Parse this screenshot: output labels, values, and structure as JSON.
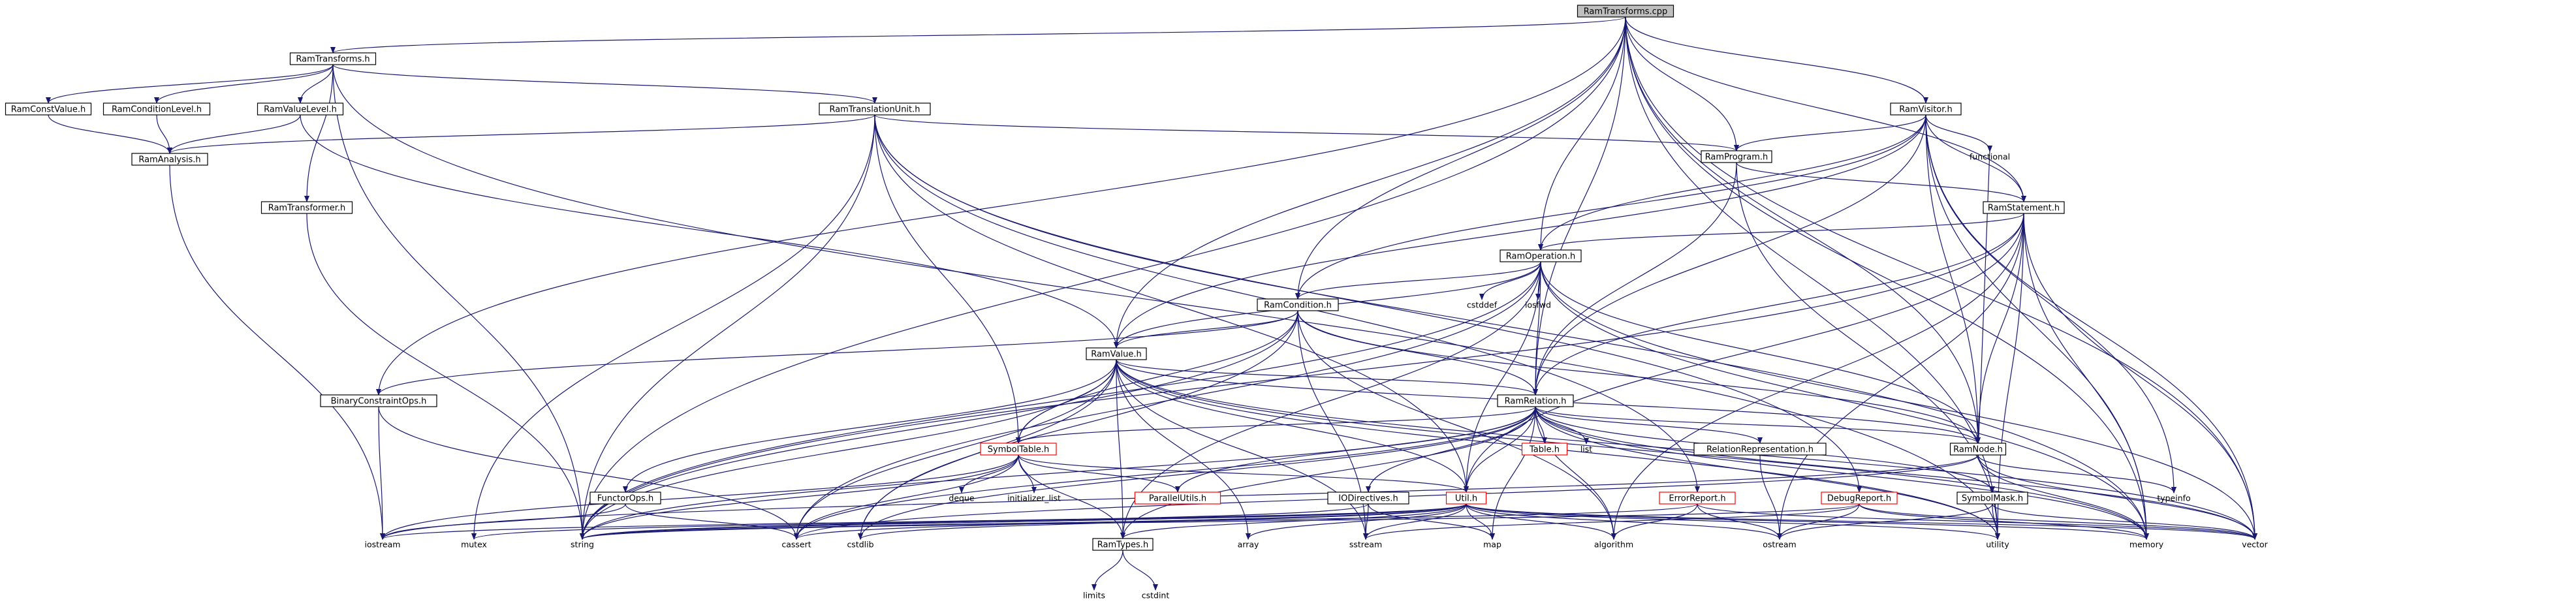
{
  "title": "RamTransforms.cpp",
  "colors": {
    "edge": "#191970",
    "root_fill": "#bfbfbf",
    "red_border": "#ff0000"
  },
  "nodes": [
    {
      "id": "RamTransforms.cpp",
      "label": "RamTransforms.cpp",
      "kind": "root"
    },
    {
      "id": "RamTransforms.h",
      "label": "RamTransforms.h",
      "kind": "box"
    },
    {
      "id": "RamConstValue.h",
      "label": "RamConstValue.h",
      "kind": "box"
    },
    {
      "id": "RamConditionLevel.h",
      "label": "RamConditionLevel.h",
      "kind": "box"
    },
    {
      "id": "RamValueLevel.h",
      "label": "RamValueLevel.h",
      "kind": "box"
    },
    {
      "id": "RamTranslationUnit.h",
      "label": "RamTranslationUnit.h",
      "kind": "box"
    },
    {
      "id": "RamAnalysis.h",
      "label": "RamAnalysis.h",
      "kind": "box"
    },
    {
      "id": "RamTransformer.h",
      "label": "RamTransformer.h",
      "kind": "box"
    },
    {
      "id": "RamVisitor.h",
      "label": "RamVisitor.h",
      "kind": "box"
    },
    {
      "id": "RamProgram.h",
      "label": "RamProgram.h",
      "kind": "box"
    },
    {
      "id": "functional",
      "label": "functional",
      "kind": "sys"
    },
    {
      "id": "RamStatement.h",
      "label": "RamStatement.h",
      "kind": "box"
    },
    {
      "id": "RamOperation.h",
      "label": "RamOperation.h",
      "kind": "box"
    },
    {
      "id": "cstddef",
      "label": "cstddef",
      "kind": "sys"
    },
    {
      "id": "iosfwd",
      "label": "iosfwd",
      "kind": "sys"
    },
    {
      "id": "RamCondition.h",
      "label": "RamCondition.h",
      "kind": "box"
    },
    {
      "id": "RamValue.h",
      "label": "RamValue.h",
      "kind": "box"
    },
    {
      "id": "BinaryConstraintOps.h",
      "label": "BinaryConstraintOps.h",
      "kind": "box"
    },
    {
      "id": "RamRelation.h",
      "label": "RamRelation.h",
      "kind": "box"
    },
    {
      "id": "SymbolTable.h",
      "label": "SymbolTable.h",
      "kind": "red"
    },
    {
      "id": "Table.h",
      "label": "Table.h",
      "kind": "red"
    },
    {
      "id": "list",
      "label": "list",
      "kind": "sys"
    },
    {
      "id": "RelationRepresentation.h",
      "label": "RelationRepresentation.h",
      "kind": "box"
    },
    {
      "id": "RamNode.h",
      "label": "RamNode.h",
      "kind": "box"
    },
    {
      "id": "typeinfo",
      "label": "typeinfo",
      "kind": "sys"
    },
    {
      "id": "FunctorOps.h",
      "label": "FunctorOps.h",
      "kind": "box"
    },
    {
      "id": "deque",
      "label": "deque",
      "kind": "sys"
    },
    {
      "id": "initializer_list",
      "label": "initializer_list",
      "kind": "sys"
    },
    {
      "id": "ParallelUtils.h",
      "label": "ParallelUtils.h",
      "kind": "red"
    },
    {
      "id": "Util.h",
      "label": "Util.h",
      "kind": "red"
    },
    {
      "id": "IODirectives.h",
      "label": "IODirectives.h",
      "kind": "box"
    },
    {
      "id": "ErrorReport.h",
      "label": "ErrorReport.h",
      "kind": "red"
    },
    {
      "id": "DebugReport.h",
      "label": "DebugReport.h",
      "kind": "red"
    },
    {
      "id": "SymbolMask.h",
      "label": "SymbolMask.h",
      "kind": "box"
    },
    {
      "id": "iostream",
      "label": "iostream",
      "kind": "sys"
    },
    {
      "id": "mutex",
      "label": "mutex",
      "kind": "sys"
    },
    {
      "id": "string",
      "label": "string",
      "kind": "sys"
    },
    {
      "id": "cassert",
      "label": "cassert",
      "kind": "sys"
    },
    {
      "id": "cstdlib",
      "label": "cstdlib",
      "kind": "sys"
    },
    {
      "id": "RamTypes.h",
      "label": "RamTypes.h",
      "kind": "box"
    },
    {
      "id": "array",
      "label": "array",
      "kind": "sys"
    },
    {
      "id": "sstream",
      "label": "sstream",
      "kind": "sys"
    },
    {
      "id": "map",
      "label": "map",
      "kind": "sys"
    },
    {
      "id": "algorithm",
      "label": "algorithm",
      "kind": "sys"
    },
    {
      "id": "ostream",
      "label": "ostream",
      "kind": "sys"
    },
    {
      "id": "utility",
      "label": "utility",
      "kind": "sys"
    },
    {
      "id": "memory",
      "label": "memory",
      "kind": "sys"
    },
    {
      "id": "vector",
      "label": "vector",
      "kind": "sys"
    },
    {
      "id": "limits",
      "label": "limits",
      "kind": "sys"
    },
    {
      "id": "cstdint",
      "label": "cstdint",
      "kind": "sys"
    }
  ],
  "edges": [
    [
      "RamTransforms.cpp",
      "RamTransforms.h"
    ],
    [
      "RamTransforms.cpp",
      "RamVisitor.h"
    ],
    [
      "RamTransforms.cpp",
      "RamProgram.h"
    ],
    [
      "RamTransforms.cpp",
      "RamStatement.h"
    ],
    [
      "RamTransforms.cpp",
      "RamOperation.h"
    ],
    [
      "RamTransforms.cpp",
      "RamCondition.h"
    ],
    [
      "RamTransforms.cpp",
      "RamValue.h"
    ],
    [
      "RamTransforms.cpp",
      "RamRelation.h"
    ],
    [
      "RamTransforms.cpp",
      "RamNode.h"
    ],
    [
      "RamTransforms.cpp",
      "BinaryConstraintOps.h"
    ],
    [
      "RamTransforms.cpp",
      "string"
    ],
    [
      "RamTransforms.cpp",
      "utility"
    ],
    [
      "RamTransforms.cpp",
      "vector"
    ],
    [
      "RamTransforms.cpp",
      "memory"
    ],
    [
      "RamTransforms.h",
      "RamConstValue.h"
    ],
    [
      "RamTransforms.h",
      "RamConditionLevel.h"
    ],
    [
      "RamTransforms.h",
      "RamValueLevel.h"
    ],
    [
      "RamTransforms.h",
      "RamTranslationUnit.h"
    ],
    [
      "RamTransforms.h",
      "RamTransformer.h"
    ],
    [
      "RamTransforms.h",
      "string"
    ],
    [
      "RamTransforms.h",
      "utility"
    ],
    [
      "RamConstValue.h",
      "RamAnalysis.h"
    ],
    [
      "RamConditionLevel.h",
      "RamAnalysis.h"
    ],
    [
      "RamValueLevel.h",
      "RamAnalysis.h"
    ],
    [
      "RamValueLevel.h",
      "RamValue.h"
    ],
    [
      "RamTranslationUnit.h",
      "RamAnalysis.h"
    ],
    [
      "RamTranslationUnit.h",
      "RamProgram.h"
    ],
    [
      "RamTranslationUnit.h",
      "SymbolTable.h"
    ],
    [
      "RamTranslationUnit.h",
      "Util.h"
    ],
    [
      "RamTranslationUnit.h",
      "DebugReport.h"
    ],
    [
      "RamTranslationUnit.h",
      "ErrorReport.h"
    ],
    [
      "RamTranslationUnit.h",
      "mutex"
    ],
    [
      "RamTranslationUnit.h",
      "string"
    ],
    [
      "RamTranslationUnit.h",
      "memory"
    ],
    [
      "RamAnalysis.h",
      "iostream"
    ],
    [
      "RamTransformer.h",
      "string"
    ],
    [
      "RamVisitor.h",
      "RamProgram.h"
    ],
    [
      "RamVisitor.h",
      "functional"
    ],
    [
      "RamVisitor.h",
      "RamStatement.h"
    ],
    [
      "RamVisitor.h",
      "RamOperation.h"
    ],
    [
      "RamVisitor.h",
      "RamCondition.h"
    ],
    [
      "RamVisitor.h",
      "RamValue.h"
    ],
    [
      "RamVisitor.h",
      "RamRelation.h"
    ],
    [
      "RamVisitor.h",
      "RamNode.h"
    ],
    [
      "RamVisitor.h",
      "typeinfo"
    ],
    [
      "RamVisitor.h",
      "vector"
    ],
    [
      "RamVisitor.h",
      "memory"
    ],
    [
      "RamProgram.h",
      "RamStatement.h"
    ],
    [
      "RamProgram.h",
      "RamRelation.h"
    ],
    [
      "RamProgram.h",
      "utility"
    ],
    [
      "RamStatement.h",
      "RamOperation.h"
    ],
    [
      "RamStatement.h",
      "RamRelation.h"
    ],
    [
      "RamStatement.h",
      "RamNode.h"
    ],
    [
      "RamStatement.h",
      "Util.h"
    ],
    [
      "RamStatement.h",
      "algorithm"
    ],
    [
      "RamStatement.h",
      "ostream"
    ],
    [
      "RamStatement.h",
      "string"
    ],
    [
      "RamStatement.h",
      "vector"
    ],
    [
      "RamStatement.h",
      "memory"
    ],
    [
      "RamStatement.h",
      "utility"
    ],
    [
      "RamOperation.h",
      "RamCondition.h"
    ],
    [
      "RamOperation.h",
      "RamValue.h"
    ],
    [
      "RamOperation.h",
      "RamRelation.h"
    ],
    [
      "RamOperation.h",
      "RamNode.h"
    ],
    [
      "RamOperation.h",
      "Util.h"
    ],
    [
      "RamOperation.h",
      "cstddef"
    ],
    [
      "RamOperation.h",
      "iosfwd"
    ],
    [
      "RamOperation.h",
      "cassert"
    ],
    [
      "RamOperation.h",
      "string"
    ],
    [
      "RamOperation.h",
      "vector"
    ],
    [
      "RamOperation.h",
      "memory"
    ],
    [
      "RamOperation.h",
      "RamTypes.h"
    ],
    [
      "RamCondition.h",
      "RamValue.h"
    ],
    [
      "RamCondition.h",
      "RamRelation.h"
    ],
    [
      "RamCondition.h",
      "RamNode.h"
    ],
    [
      "RamCondition.h",
      "SymbolTable.h"
    ],
    [
      "RamCondition.h",
      "BinaryConstraintOps.h"
    ],
    [
      "RamCondition.h",
      "algorithm"
    ],
    [
      "RamCondition.h",
      "sstream"
    ],
    [
      "RamCondition.h",
      "string"
    ],
    [
      "RamCondition.h",
      "cstdlib"
    ],
    [
      "RamValue.h",
      "RamRelation.h"
    ],
    [
      "RamValue.h",
      "RamNode.h"
    ],
    [
      "RamValue.h",
      "SymbolTable.h"
    ],
    [
      "RamValue.h",
      "FunctorOps.h"
    ],
    [
      "RamValue.h",
      "Util.h"
    ],
    [
      "RamValue.h",
      "RamTypes.h"
    ],
    [
      "RamValue.h",
      "array"
    ],
    [
      "RamValue.h",
      "cassert"
    ],
    [
      "RamValue.h",
      "cstdlib"
    ],
    [
      "RamValue.h",
      "string"
    ],
    [
      "RamValue.h",
      "utility"
    ],
    [
      "RamValue.h",
      "memory"
    ],
    [
      "RamValue.h",
      "vector"
    ],
    [
      "RamValue.h",
      "sstream"
    ],
    [
      "BinaryConstraintOps.h",
      "iostream"
    ],
    [
      "BinaryConstraintOps.h",
      "cassert"
    ],
    [
      "RamRelation.h",
      "SymbolTable.h"
    ],
    [
      "RamRelation.h",
      "Table.h"
    ],
    [
      "RamRelation.h",
      "list"
    ],
    [
      "RamRelation.h",
      "RelationRepresentation.h"
    ],
    [
      "RamRelation.h",
      "RamNode.h"
    ],
    [
      "RamRelation.h",
      "ParallelUtils.h"
    ],
    [
      "RamRelation.h",
      "Util.h"
    ],
    [
      "RamRelation.h",
      "IODirectives.h"
    ],
    [
      "RamRelation.h",
      "SymbolMask.h"
    ],
    [
      "RamRelation.h",
      "RamTypes.h"
    ],
    [
      "RamRelation.h",
      "cassert"
    ],
    [
      "RamRelation.h",
      "string"
    ],
    [
      "RamRelation.h",
      "map"
    ],
    [
      "RamRelation.h",
      "algorithm"
    ],
    [
      "RamRelation.h",
      "utility"
    ],
    [
      "RamRelation.h",
      "memory"
    ],
    [
      "RamRelation.h",
      "vector"
    ],
    [
      "RamRelation.h",
      "cstdlib"
    ],
    [
      "SymbolTable.h",
      "deque"
    ],
    [
      "SymbolTable.h",
      "initializer_list"
    ],
    [
      "SymbolTable.h",
      "ParallelUtils.h"
    ],
    [
      "SymbolTable.h",
      "Util.h"
    ],
    [
      "SymbolTable.h",
      "iostream"
    ],
    [
      "SymbolTable.h",
      "string"
    ],
    [
      "SymbolTable.h",
      "cassert"
    ],
    [
      "SymbolTable.h",
      "RamTypes.h"
    ],
    [
      "RelationRepresentation.h",
      "ostream"
    ],
    [
      "RamNode.h",
      "typeinfo"
    ],
    [
      "RamNode.h",
      "vector"
    ],
    [
      "RamNode.h",
      "memory"
    ],
    [
      "RamNode.h",
      "cassert"
    ],
    [
      "RamNode.h",
      "functional"
    ],
    [
      "RamNode.h",
      "iostream"
    ],
    [
      "FunctorOps.h",
      "cassert"
    ],
    [
      "FunctorOps.h",
      "iostream"
    ],
    [
      "Util.h",
      "RamTypes.h"
    ],
    [
      "Util.h",
      "iostream"
    ],
    [
      "Util.h",
      "mutex"
    ],
    [
      "Util.h",
      "string"
    ],
    [
      "Util.h",
      "cassert"
    ],
    [
      "Util.h",
      "cstdlib"
    ],
    [
      "Util.h",
      "array"
    ],
    [
      "Util.h",
      "sstream"
    ],
    [
      "Util.h",
      "map"
    ],
    [
      "Util.h",
      "algorithm"
    ],
    [
      "Util.h",
      "ostream"
    ],
    [
      "Util.h",
      "utility"
    ],
    [
      "Util.h",
      "memory"
    ],
    [
      "Util.h",
      "vector"
    ],
    [
      "IODirectives.h",
      "map"
    ],
    [
      "IODirectives.h",
      "sstream"
    ],
    [
      "IODirectives.h",
      "string"
    ],
    [
      "ErrorReport.h",
      "string"
    ],
    [
      "ErrorReport.h",
      "ostream"
    ],
    [
      "ErrorReport.h",
      "algorithm"
    ],
    [
      "ErrorReport.h",
      "vector"
    ],
    [
      "DebugReport.h",
      "sstream"
    ],
    [
      "DebugReport.h",
      "ostream"
    ],
    [
      "DebugReport.h",
      "string"
    ],
    [
      "DebugReport.h",
      "memory"
    ],
    [
      "DebugReport.h",
      "vector"
    ],
    [
      "SymbolMask.h",
      "ostream"
    ],
    [
      "SymbolMask.h",
      "vector"
    ],
    [
      "SymbolMask.h",
      "utility"
    ],
    [
      "RamTypes.h",
      "limits"
    ],
    [
      "RamTypes.h",
      "cstdint"
    ]
  ]
}
